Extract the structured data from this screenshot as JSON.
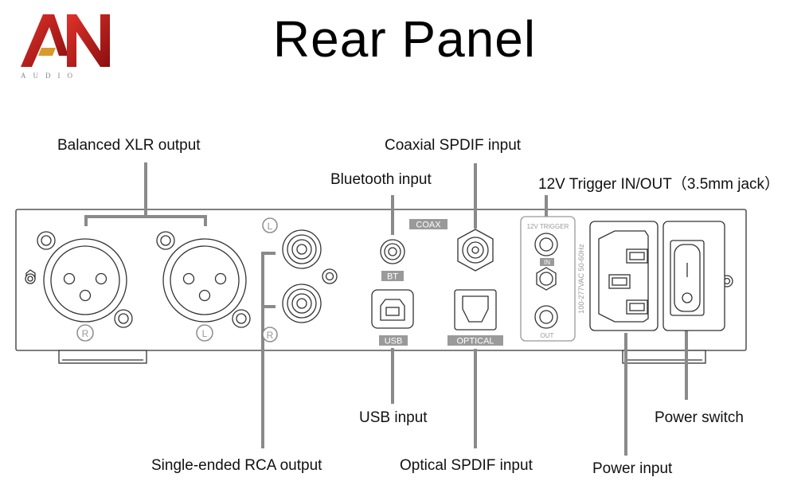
{
  "brand": {
    "logo": "AN",
    "sub": "AUDIO"
  },
  "title": "Rear Panel",
  "callouts": {
    "xlr": "Balanced XLR output",
    "coax": "Coaxial SPDIF input",
    "bt": "Bluetooth input",
    "trigger": "12V Trigger IN/OUT（3.5mm jack）",
    "usb": "USB input",
    "rca": "Single-ended RCA output",
    "optical": "Optical SPDIF input",
    "power_input": "Power input",
    "power_switch": "Power switch"
  },
  "panel_labels": {
    "coax": "COAX",
    "bt": "BT",
    "usb": "USB",
    "optical": "OPTICAL",
    "trigger_title": "12V TRIGGER",
    "trigger_in": "IN",
    "trigger_out": "OUT",
    "voltage": "100-277VAC 50-60Hz",
    "xlr_right": "R",
    "xlr_left": "L",
    "rca_left": "L",
    "rca_right": "R"
  },
  "colors": {
    "logo_red": "#c0201c",
    "line": "#8a8a8a",
    "label_box": "#9a9a9a"
  }
}
